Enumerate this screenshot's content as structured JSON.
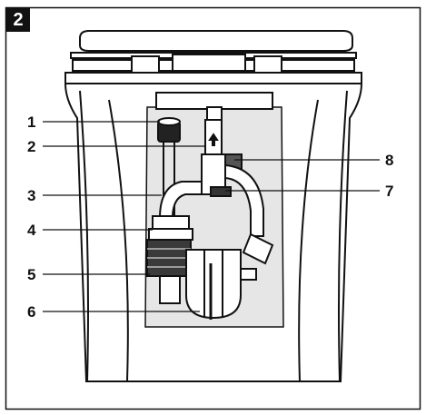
{
  "figure": {
    "number": "2"
  },
  "callouts": {
    "left": [
      {
        "id": "1",
        "label": "1"
      },
      {
        "id": "2",
        "label": "2"
      },
      {
        "id": "3",
        "label": "3"
      },
      {
        "id": "4",
        "label": "4"
      },
      {
        "id": "5",
        "label": "5"
      },
      {
        "id": "6",
        "label": "6"
      }
    ],
    "right": [
      {
        "id": "8",
        "label": "8"
      },
      {
        "id": "7",
        "label": "7"
      }
    ]
  },
  "colors": {
    "ink": "#111111",
    "paper": "#ffffff",
    "shade": "#d9d9d9"
  }
}
